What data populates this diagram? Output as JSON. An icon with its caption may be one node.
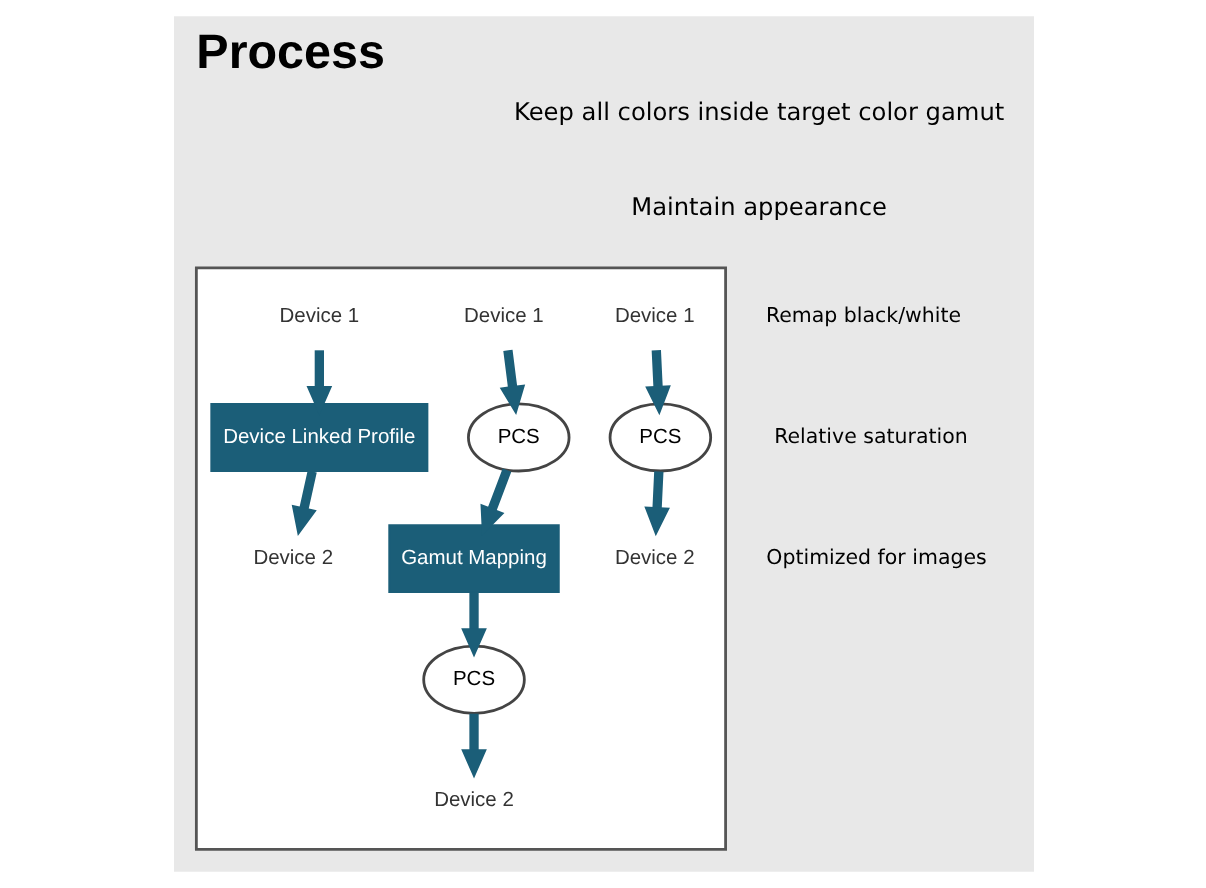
{
  "diagram": {
    "title": "Process",
    "nodes": [
      {
        "text": [],
        "shape": "box"
      },
      {
        "text": [
          "Device 1"
        ],
        "in": 0
      },
      {
        "text": [
          "PCS"
        ],
        "in": 0
      },
      {
        "text": [
          "Device 2"
        ],
        "in": 0
      },
      {
        "text": [
          "Device 1"
        ],
        "in": 0
      },
      {
        "text": [
          "PCS"
        ],
        "in": 0
      },
      {
        "text": [
          "Gamut Mapping"
        ],
        "in": 0
      },
      {
        "text": [
          "PCS"
        ],
        "in": 0
      },
      {
        "text": [
          "Device 2"
        ],
        "in": 0
      },
      {
        "text": [
          "Device 1"
        ],
        "in": 0
      },
      {
        "text": [
          "Device Linked Profile"
        ],
        "in": 0
      },
      {
        "text": [
          "Device 2"
        ],
        "in": 0
      }
    ],
    "edges": [
      {
        "from": 1,
        "to": 2,
        "arrow": "to"
      },
      {
        "from": 2,
        "to": 3,
        "arrow": "to"
      },
      {
        "from": 4,
        "to": 5,
        "arrow": "to"
      },
      {
        "from": 5,
        "to": 6,
        "arrow": "to"
      },
      {
        "from": 6,
        "to": 7,
        "arrow": "to"
      },
      {
        "from": 7,
        "to": 8,
        "arrow": "to"
      },
      {
        "from": 9,
        "to": 10,
        "arrow": "to"
      },
      {
        "from": 10,
        "to": 11,
        "arrow": "to"
      }
    ],
    "labels": [
      "Keep all colors inside target color gamut",
      "Maintain appearance",
      "Remap black/white",
      "Relative saturation",
      "Optimized for images"
    ]
  }
}
